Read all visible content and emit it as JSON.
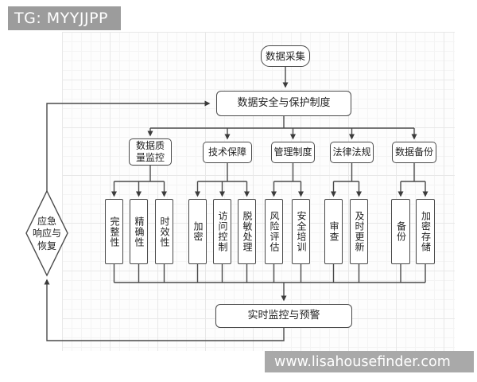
{
  "header": {
    "tag_label": "TG: MYYJJPP"
  },
  "watermark": {
    "site_label": "www.lisahousefinder.com"
  },
  "colors": {
    "badge_bg": "#9c9c9c",
    "watermark_bg": "#a9a9a9",
    "node_border": "#4a4a4a",
    "node_bg": "#ffffff",
    "line": "#4a4a4a",
    "text": "#222222"
  },
  "flow": {
    "start": "数据采集",
    "policy": "数据安全与保护制度",
    "monitor": "实时监控与预警",
    "emergency": "应急\n响应与\n恢复",
    "categories": [
      {
        "label": "数据质\n量监控",
        "children": [
          "完整性",
          "精确性",
          "时效性"
        ]
      },
      {
        "label": "技术保障",
        "children": [
          "加密",
          "访问控制",
          "脱敏处理"
        ]
      },
      {
        "label": "管理制度",
        "children": [
          "风险评估",
          "安全培训"
        ]
      },
      {
        "label": "法律法规",
        "children": [
          "审查",
          "及时更新"
        ]
      },
      {
        "label": "数据备份",
        "children": [
          "备份",
          "加密存储"
        ]
      }
    ]
  }
}
